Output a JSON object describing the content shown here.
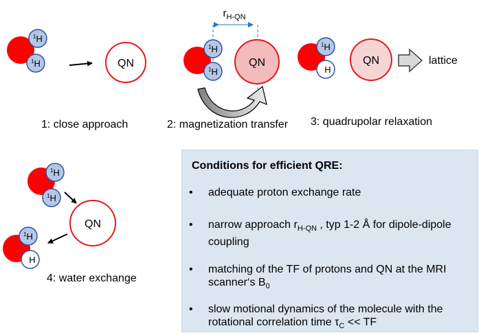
{
  "atoms": {
    "hydrogen": {
      "iso": "1",
      "sym": "H"
    },
    "quadrupolar_nucleus": "QN"
  },
  "colors": {
    "oxygen": "#ff0000",
    "proton_fill": "#b4c7e7",
    "proton_stroke": "#2f5597",
    "qn_ring": "#e31a1c",
    "qn_fill_excited": "#f2bcbc",
    "qn_fill_relaxing": "#f8d5d5",
    "panel_bg": "#dce6f1"
  },
  "steps": {
    "s1": "1: close approach",
    "s2": "2: magnetization transfer",
    "s3": "3: quadrupolar relaxation",
    "s4": "4: water exchange"
  },
  "distance": {
    "base": "r",
    "sub": "H-QN"
  },
  "lattice": "lattice",
  "conditions": {
    "title": "Conditions for efficient QRE:",
    "bullet": "•",
    "c1": "adequate proton exchange rate",
    "c2_pre": "narrow approach  r",
    "c2_sub": "H-QN",
    "c2_post": " , typ 1-2 Å for dipole-dipole coupling",
    "c3_pre": "matching of the TF of protons and QN at the MRI scanner‘s B",
    "c3_sub": "0",
    "c4_pre": "slow motional dynamics of the molecule with the rotational correlation time τ",
    "c4_sub": "C",
    "c4_post": " << TF"
  }
}
